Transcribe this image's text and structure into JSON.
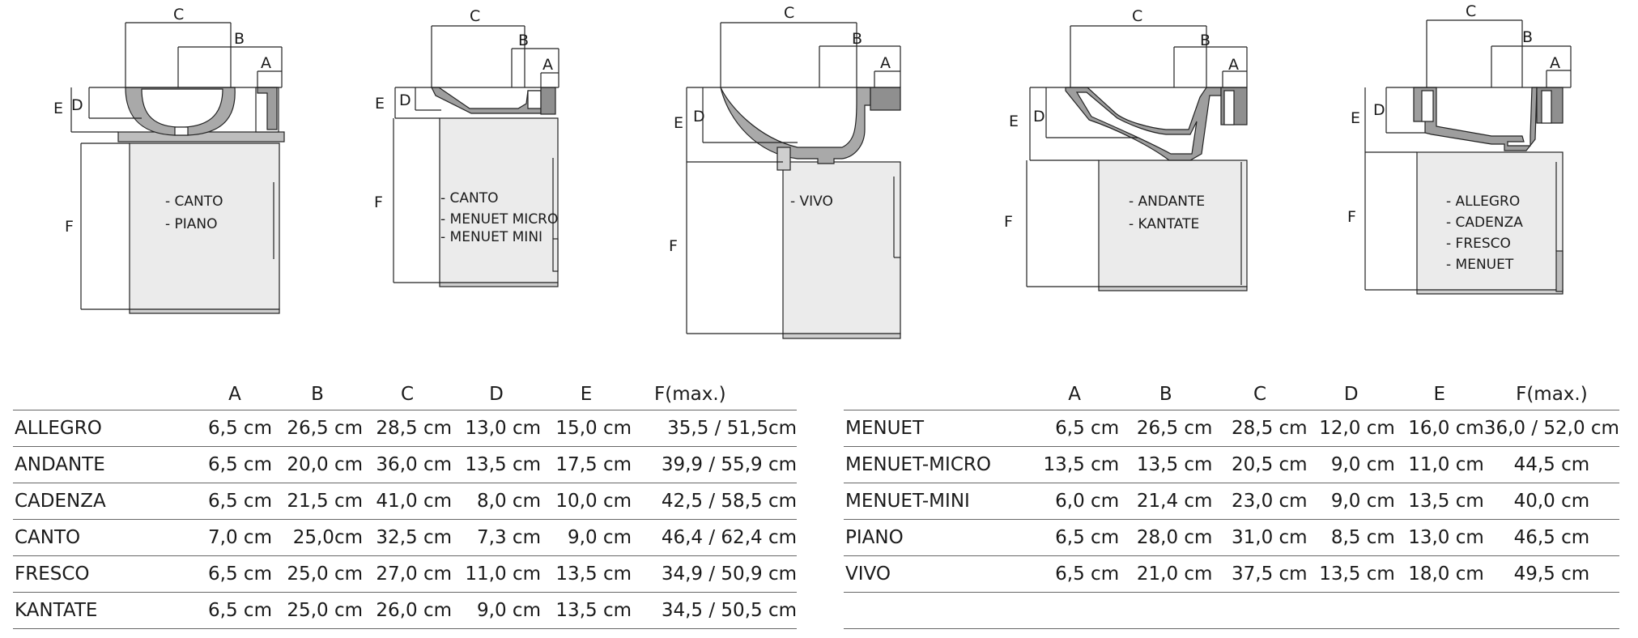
{
  "dimension_letters": [
    "A",
    "B",
    "C",
    "D",
    "E",
    "F"
  ],
  "diagrams": [
    {
      "models": [
        "- CANTO",
        "- PIANO"
      ]
    },
    {
      "models": [
        "- CANTO",
        "- MENUET MICRO",
        "- MENUET MINI"
      ]
    },
    {
      "models": [
        "- VIVO"
      ]
    },
    {
      "models": [
        "- ANDANTE",
        "- KANTATE"
      ]
    },
    {
      "models": [
        "- ALLEGRO",
        "- CADENZA",
        "- FRESCO",
        "- MENUET"
      ]
    }
  ],
  "table_headers": [
    "A",
    "B",
    "C",
    "D",
    "E",
    "F(max.)"
  ],
  "table_left": [
    {
      "name": "ALLEGRO",
      "a": "6,5 cm",
      "b": "26,5 cm",
      "c": "28,5 cm",
      "d": "13,0 cm",
      "e": "15,0 cm",
      "f": "35,5 / 51,5cm"
    },
    {
      "name": "ANDANTE",
      "a": "6,5 cm",
      "b": "20,0 cm",
      "c": "36,0 cm",
      "d": "13,5 cm",
      "e": "17,5 cm",
      "f": "39,9 / 55,9 cm"
    },
    {
      "name": "CADENZA",
      "a": "6,5 cm",
      "b": "21,5 cm",
      "c": "41,0 cm",
      "d": "8,0 cm",
      "e": "10,0 cm",
      "f": "42,5 / 58,5 cm"
    },
    {
      "name": "CANTO",
      "a": "7,0 cm",
      "b": "25,0cm",
      "c": "32,5 cm",
      "d": "7,3 cm",
      "e": "9,0 cm",
      "f": "46,4 / 62,4 cm"
    },
    {
      "name": "FRESCO",
      "a": "6,5 cm",
      "b": "25,0 cm",
      "c": "27,0 cm",
      "d": "11,0 cm",
      "e": "13,5 cm",
      "f": "34,9 / 50,9 cm"
    },
    {
      "name": "KANTATE",
      "a": "6,5 cm",
      "b": "25,0 cm",
      "c": "26,0 cm",
      "d": "9,0 cm",
      "e": "13,5 cm",
      "f": "34,5 / 50,5 cm"
    }
  ],
  "table_right": [
    {
      "name": "MENUET",
      "a": "6,5 cm",
      "b": "26,5 cm",
      "c": "28,5 cm",
      "d": "12,0 cm",
      "e": "16,0 cm",
      "f": "36,0 / 52,0 cm"
    },
    {
      "name": "MENUET-MICRO",
      "a": "13,5 cm",
      "b": "13,5 cm",
      "c": "20,5 cm",
      "d": "9,0 cm",
      "e": "11,0 cm",
      "f": "44,5 cm"
    },
    {
      "name": "MENUET-MINI",
      "a": "6,0 cm",
      "b": "21,4 cm",
      "c": "23,0 cm",
      "d": "9,0 cm",
      "e": "13,5 cm",
      "f": "40,0 cm"
    },
    {
      "name": "PIANO",
      "a": "6,5 cm",
      "b": "28,0 cm",
      "c": "31,0 cm",
      "d": "8,5 cm",
      "e": "13,0 cm",
      "f": "46,5 cm"
    },
    {
      "name": "VIVO",
      "a": "6,5 cm",
      "b": "21,0 cm",
      "c": "37,5 cm",
      "d": "13,5 cm",
      "e": "18,0 cm",
      "f": "49,5 cm"
    },
    {
      "name": "",
      "a": "",
      "b": "",
      "c": "",
      "d": "",
      "e": "",
      "f": ""
    }
  ]
}
